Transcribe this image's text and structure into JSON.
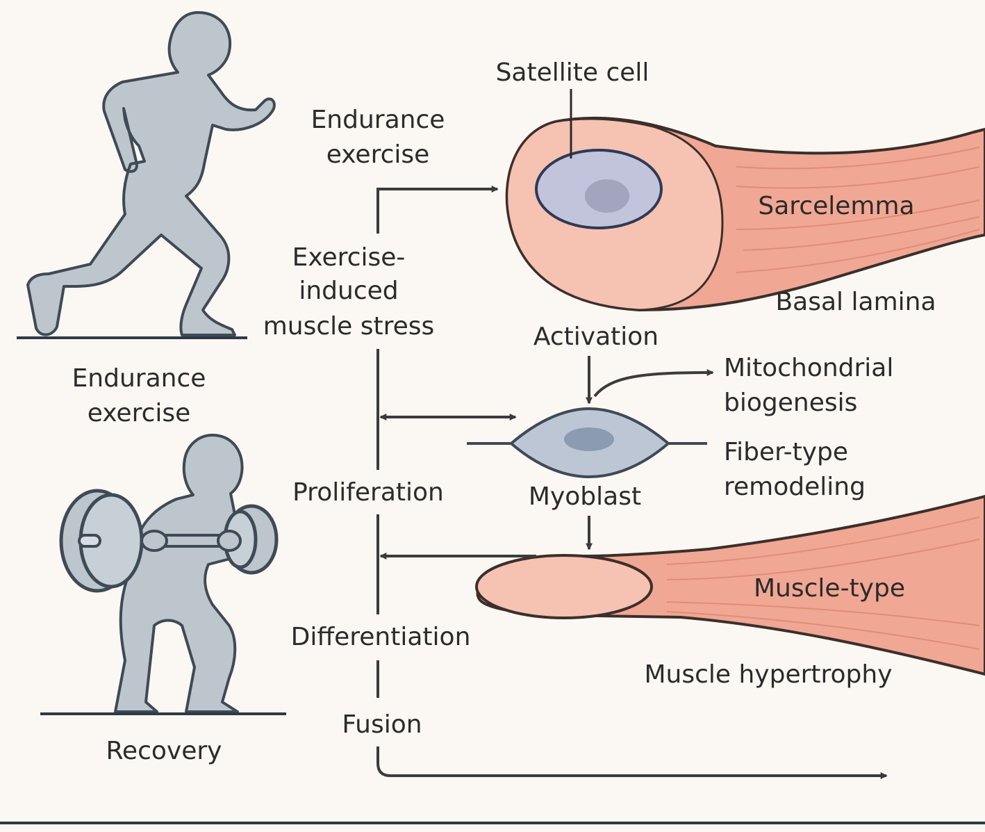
{
  "colors": {
    "background": "#fbf7f2",
    "figure": "#bcc6cc",
    "outline": "#3e4a55",
    "muscle": "#f0a793",
    "muscle_light": "#f6c2b1",
    "nucleus": "#c2c4dc",
    "arrow": "#3b3b3b"
  },
  "figures": {
    "runner_caption_line1": "Endurance",
    "runner_caption_line2": "exercise",
    "lifter_caption": "Recovery"
  },
  "stimulus": {
    "line1": "Endurance",
    "line2": "exercise"
  },
  "stress": {
    "line1": "Exercise-",
    "line2": "induced",
    "line3": "muscle stress"
  },
  "steps": {
    "proliferation": "Proliferation",
    "differentiation": "Differentiation",
    "fusion": "Fusion",
    "activation": "Activation"
  },
  "fiber_top": {
    "satellite_cell": "Satellite cell",
    "sarcolemma": "Sarcelemma",
    "basal_lamina": "Basal lamina"
  },
  "myoblast": {
    "label": "Myoblast"
  },
  "adaptations": {
    "mito_line1": "Mitochondrial",
    "mito_line2": "biogenesis",
    "fiber_line1": "Fiber-type",
    "fiber_line2": "remodeling"
  },
  "fiber_bottom": {
    "muscle_type": "Muscle-type",
    "hypertrophy": "Muscle hypertrophy"
  }
}
